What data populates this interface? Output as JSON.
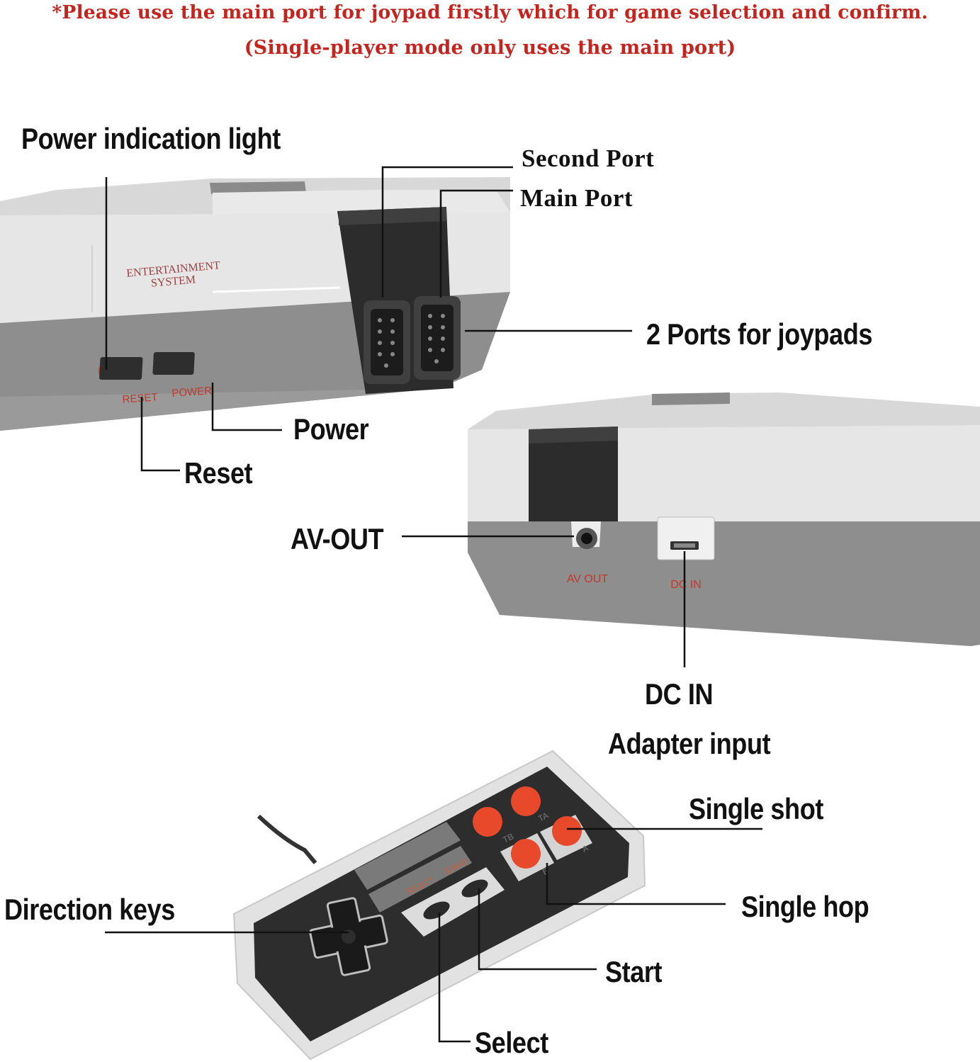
{
  "notice": {
    "line1": "*Please use the main port for joypad firstly which for game selection and confirm.",
    "line2": "(Single-player mode only uses the main port)"
  },
  "console_front": {
    "brand_line1": "ENTERTAINMENT",
    "brand_line2": "SYSTEM",
    "reset_label": "RESET",
    "power_label": "POWER"
  },
  "console_back": {
    "av_label": "AV OUT",
    "dc_label": "DC IN"
  },
  "controller": {
    "select_label": "SELECT",
    "start_label": "START",
    "tb_label": "TB",
    "ta_label": "TA",
    "b_label": "B",
    "a_label": "A"
  },
  "callouts": {
    "power_indication_light": "Power indication light",
    "second_port": "Second Port",
    "main_port": "Main Port",
    "two_ports": "2 Ports for joypads",
    "power": "Power",
    "reset": "Reset",
    "av_out": "AV-OUT",
    "dc_in": "DC IN",
    "adapter_input": "Adapter input",
    "single_shot": "Single shot",
    "single_hop": "Single hop",
    "direction_keys": "Direction keys",
    "start": "Start",
    "select": "Select"
  },
  "colors": {
    "notice_red": "#c4241d",
    "console_light": "#e4e4e4",
    "console_dark": "#8e8e8e",
    "console_black": "#2a2a2a",
    "button_red": "#e8492a",
    "print_red": "#c0392b"
  }
}
